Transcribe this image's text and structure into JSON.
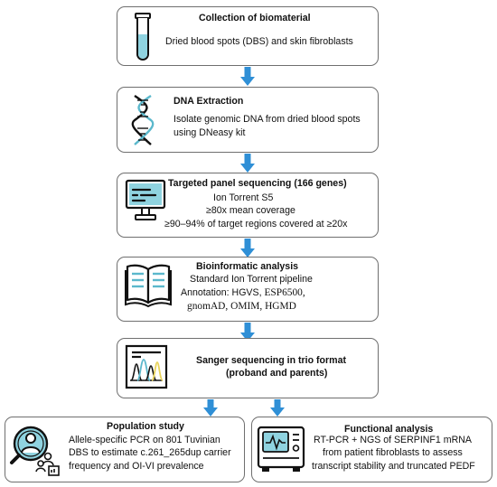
{
  "steps": {
    "collection": {
      "title": "Collection of biomaterial",
      "line1": "Dried blood spots (DBS) and skin fibroblasts",
      "icon": "test-tube-icon"
    },
    "extraction": {
      "title": "DNA Extraction",
      "line1": "Isolate genomic DNA from dried blood spots",
      "line2": "using DNeasy kit",
      "icon": "dna-helix-icon"
    },
    "sequencing": {
      "title": "Targeted panel sequencing (166 genes)",
      "line1": "Ion Torrent S5",
      "line2": "≥80x mean coverage",
      "line3": "≥90–94% of target regions covered at ≥20x",
      "icon": "computer-monitor-icon"
    },
    "bioinformatics": {
      "title": "Bioinformatic analysis",
      "line1": "Standard Ion Torrent pipeline",
      "line2a": "Annotation: HGVS, ",
      "line2b": "ESP6500,",
      "line3": "gnomAD, OMIM, HGMD",
      "icon": "open-book-icon"
    },
    "sanger": {
      "title1": "Sanger sequencing in trio format",
      "title2": "(proband and parents)",
      "icon": "chromatogram-icon"
    },
    "population": {
      "title": "Population study",
      "line1": "Allele-specific PCR on 801 Tuvinian",
      "line2": "DBS to estimate c.261_265dup carrier",
      "line3": "frequency and OI-VI prevalence",
      "icon": "population-search-icon"
    },
    "functional": {
      "title": "Functional analysis",
      "line1": "RT-PCR + NGS of SERPINF1 mRNA",
      "line2": "from patient fibroblasts to assess",
      "line3": "transcript stability and truncated PEDF",
      "icon": "lab-instrument-icon"
    }
  },
  "colors": {
    "arrow": "#2f8fd6",
    "icon_fill": "#8fd3e0",
    "border": "#6f6f6f"
  }
}
